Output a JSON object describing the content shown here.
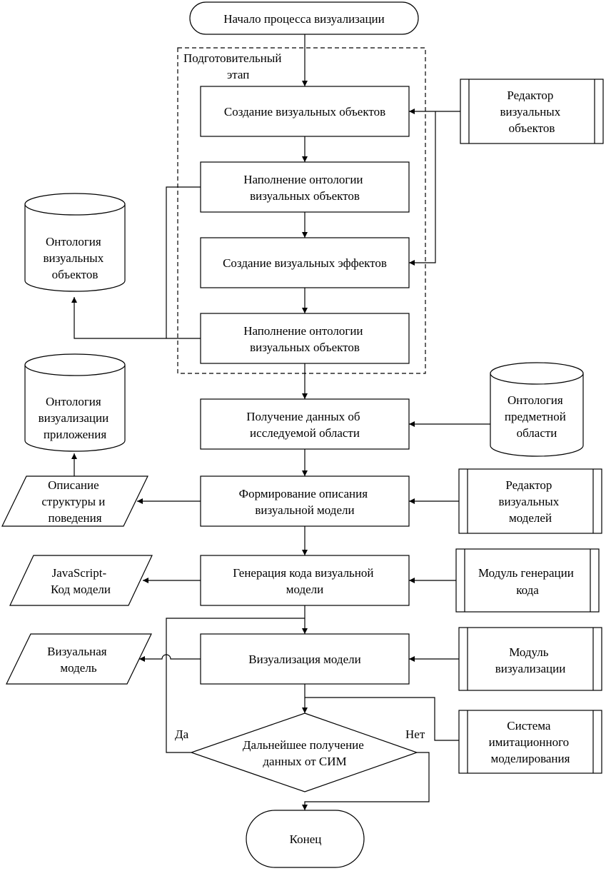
{
  "nodes": {
    "start": "Начало процесса визуализации",
    "prep_stage": [
      "Подготовительный",
      "этап"
    ],
    "create_objects": [
      "Создание визуальных объектов"
    ],
    "fill_ontology_1": [
      "Наполнение онтологии",
      "визуальных объектов"
    ],
    "create_effects": [
      "Создание визуальных эффектов"
    ],
    "fill_ontology_2": [
      "Наполнение онтологии",
      "визуальных объектов"
    ],
    "get_data": [
      "Получение данных об",
      "исследуемой области"
    ],
    "form_description": [
      "Формирование описания",
      "визуальной модели"
    ],
    "generate_code": [
      "Генерация кода визуальной",
      "модели"
    ],
    "visualize_model": [
      "Визуализация модели"
    ],
    "decision": [
      "Дальнейшее получение",
      "данных от СИМ"
    ],
    "end": "Конец"
  },
  "side": {
    "objects_editor": [
      "Редактор",
      "визуальных",
      "объектов"
    ],
    "ontology_objects": [
      "Онтология",
      "визуальных",
      "объектов"
    ],
    "ontology_app": [
      "Онтология",
      "визуализации",
      "приложения"
    ],
    "ontology_domain": [
      "Онтология",
      "предметной",
      "области"
    ],
    "description_output": [
      "Описание",
      "структуры и",
      "поведения"
    ],
    "models_editor": [
      "Редактор",
      "визуальных",
      "моделей"
    ],
    "js_code": [
      "JavaScript-",
      "Код модели"
    ],
    "codegen_module": [
      "Модуль генерации",
      "кода"
    ],
    "visual_model": [
      "Визуальная",
      "модель"
    ],
    "vis_module": [
      "Модуль",
      "визуализации"
    ],
    "sim_system": [
      "Система",
      "имитационного",
      "моделирования"
    ]
  },
  "labels": {
    "yes": "Да",
    "no": "Нет"
  }
}
